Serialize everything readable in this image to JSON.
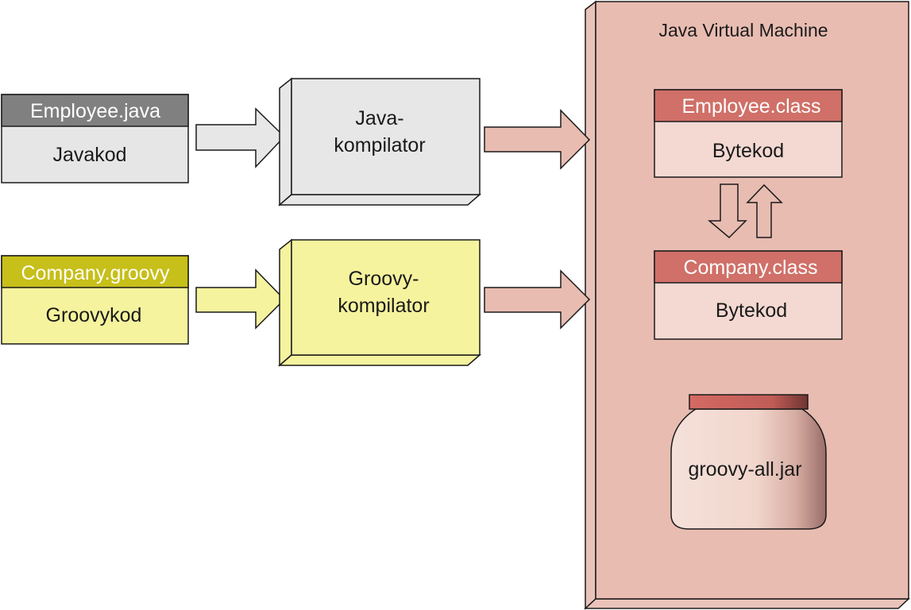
{
  "colors": {
    "jvm_fill": "#e8bcb1",
    "jvm_side": "#e9c3ba",
    "java_header": "#808080",
    "java_body": "#e6e6e6",
    "groovy_header": "#c7bf1a",
    "groovy_body": "#f6f39e",
    "java_compiler": "#e6e7e6",
    "groovy_compiler": "#f6f39e",
    "class_header": "#d07068",
    "class_body": "#f3d9d2",
    "outline": "#1a1a1a",
    "arrow_grey": "#e6e7e6",
    "arrow_yellow": "#f6f39e",
    "arrow_pink": "#e8bcb1",
    "jar_lid": "#d06a63",
    "jar_body": "#f3dcd4"
  },
  "java_source": {
    "header": "Employee.java",
    "body": "Javakod"
  },
  "groovy_source": {
    "header": "Company.groovy",
    "body": "Groovykod"
  },
  "java_compiler": {
    "line1": "Java-",
    "line2": "kompilator"
  },
  "groovy_compiler": {
    "line1": "Groovy-",
    "line2": "kompilator"
  },
  "jvm": {
    "title": "Java Virtual Machine",
    "employee_class": {
      "header": "Employee.class",
      "body": "Bytekod"
    },
    "company_class": {
      "header": "Company.class",
      "body": "Bytekod"
    },
    "jar": {
      "label": "groovy-all.jar"
    }
  }
}
